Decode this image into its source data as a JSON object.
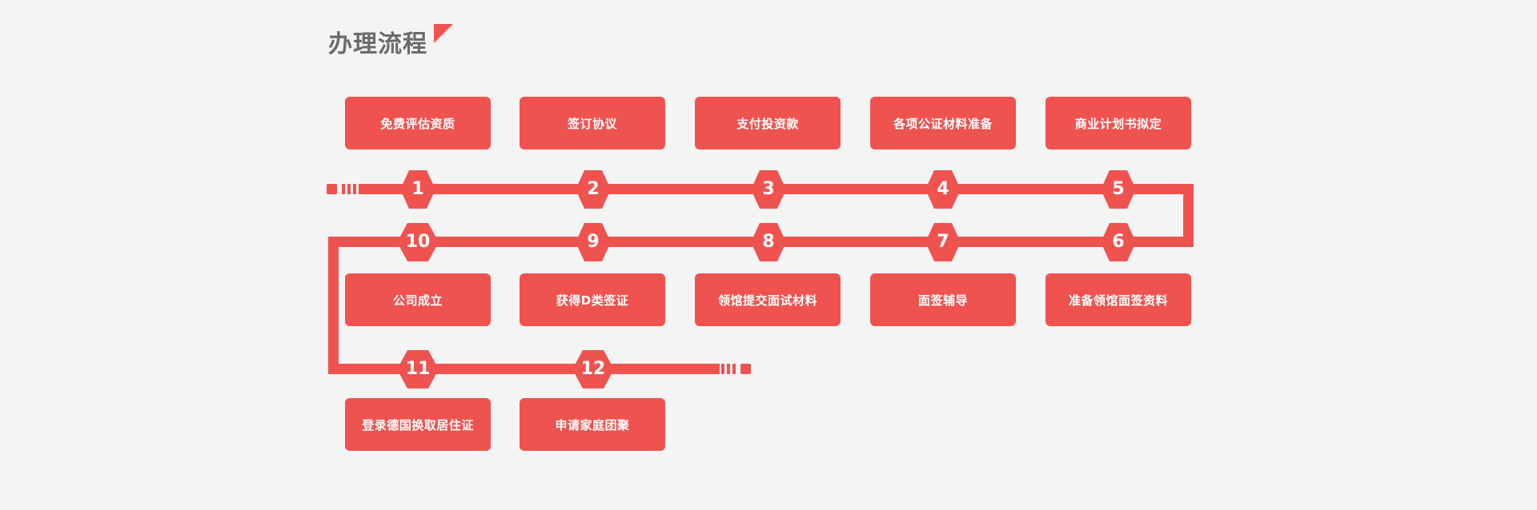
{
  "header": {
    "title": "办理流程",
    "decoration_icon": "triangle-corner-icon"
  },
  "colors": {
    "accent": "#ef5350",
    "background": "#f4f4f4",
    "title_text": "#6b6b6b",
    "box_text": "#ffffff"
  },
  "flow": {
    "row1_boxes": [
      {
        "step": "1",
        "label": "免费评估资质"
      },
      {
        "step": "2",
        "label": "签订协议"
      },
      {
        "step": "3",
        "label": "支付投资款"
      },
      {
        "step": "4",
        "label": "各项公证材料准备"
      },
      {
        "step": "5",
        "label": "商业计划书拟定"
      }
    ],
    "row1_markers": [
      "1",
      "2",
      "3",
      "4",
      "5"
    ],
    "row2_markers": [
      "10",
      "9",
      "8",
      "7",
      "6"
    ],
    "row2_boxes": [
      {
        "step": "10",
        "label": "公司成立"
      },
      {
        "step": "9",
        "label": "获得D类签证"
      },
      {
        "step": "8",
        "label": "领馆提交面试材料"
      },
      {
        "step": "7",
        "label": "面签辅导"
      },
      {
        "step": "6",
        "label": "准备领馆面签资料"
      }
    ],
    "row3_markers": [
      "11",
      "12"
    ],
    "row3_boxes": [
      {
        "step": "11",
        "label": "登录德国换取居住证"
      },
      {
        "step": "12",
        "label": "申请家庭团聚"
      }
    ]
  }
}
